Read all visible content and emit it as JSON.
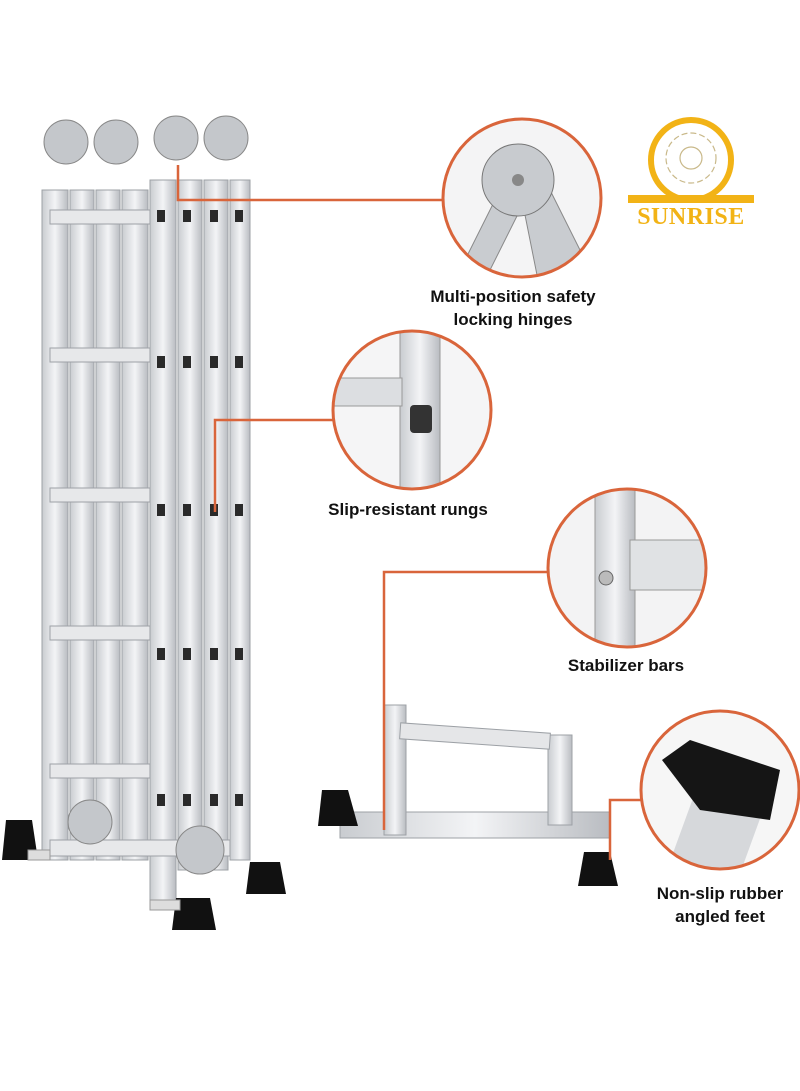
{
  "brand": {
    "name": "SUNRISE",
    "color": "#f2b316"
  },
  "accent_color": "#d9653b",
  "features": [
    {
      "line1": "Multi-position safety",
      "line2": "locking hinges",
      "icon": "hinge-closeup"
    },
    {
      "line1": "Slip-resistant rungs",
      "icon": "rung-closeup"
    },
    {
      "line1": "Stabilizer bars",
      "icon": "stabilizer-closeup"
    },
    {
      "line1": "Non-slip rubber",
      "line2": "angled feet",
      "icon": "foot-closeup"
    }
  ]
}
